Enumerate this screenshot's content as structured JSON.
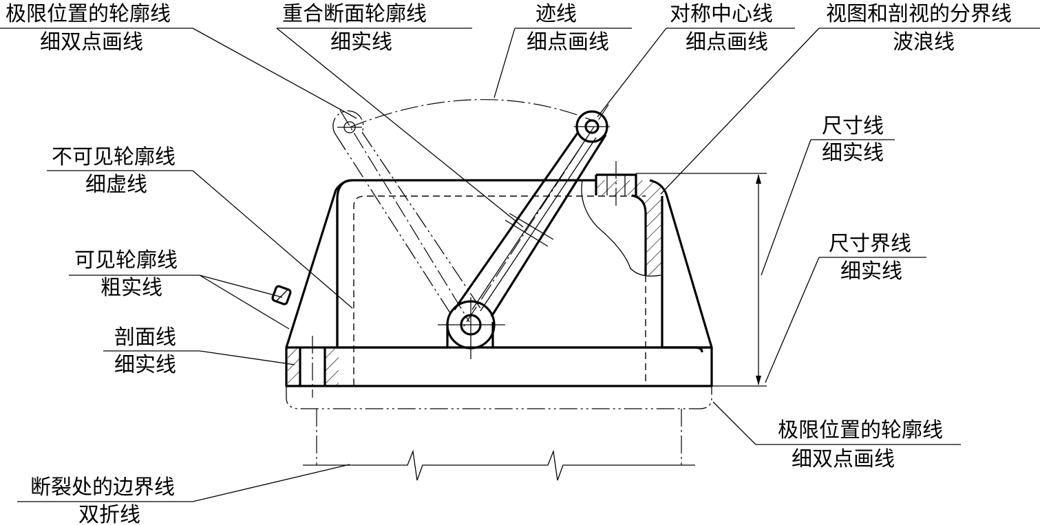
{
  "labels": {
    "limit_top": {
      "name": "极限位置的轮廓线",
      "type": "细双点画线"
    },
    "coincident_section": {
      "name": "重合断面轮廓线",
      "type": "细实线"
    },
    "trace": {
      "name": "迹线",
      "type": "细点画线"
    },
    "symmetry": {
      "name": "对称中心线",
      "type": "细点画线"
    },
    "view_section_boundary": {
      "name": "视图和剖视的分界线",
      "type": "波浪线"
    },
    "dimension_line": {
      "name": "尺寸线",
      "type": "细实线"
    },
    "invisible_outline": {
      "name": "不可见轮廓线",
      "type": "细虚线"
    },
    "visible_outline": {
      "name": "可见轮廓线",
      "type": "粗实线"
    },
    "section_hatch": {
      "name": "剖面线",
      "type": "细实线"
    },
    "extension_line": {
      "name": "尺寸界线",
      "type": "细实线"
    },
    "limit_bottom": {
      "name": "极限位置的轮廓线",
      "type": "细双点画线"
    },
    "break_boundary": {
      "name": "断裂处的边界线",
      "type": "双折线"
    }
  }
}
